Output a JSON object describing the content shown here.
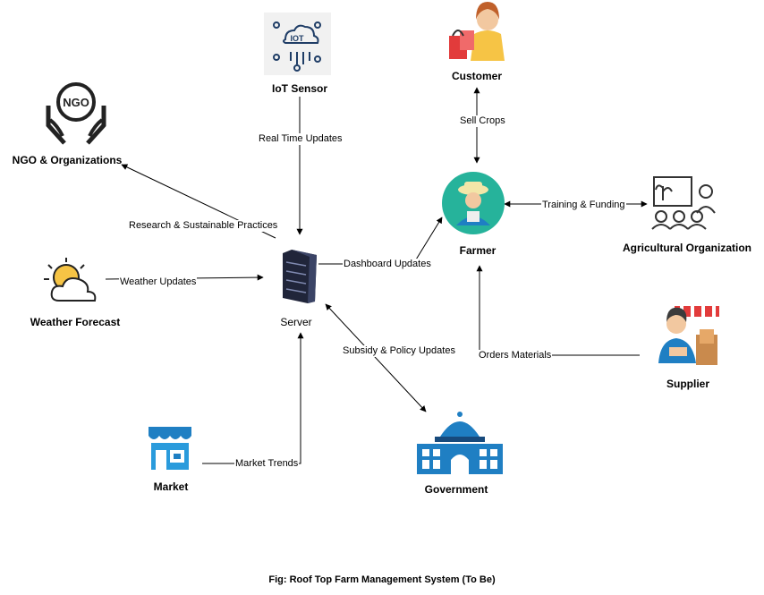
{
  "nodes": {
    "iot": "IoT Sensor",
    "customer": "Customer",
    "ngo": "NGO & Organizations",
    "farmer": "Farmer",
    "agri_org": "Agricultural Organization",
    "weather": "Weather Forecast",
    "server": "Server",
    "supplier": "Supplier",
    "market": "Market",
    "government": "Government"
  },
  "edges": {
    "real_time": "Real Time Updates",
    "sell_crops": "Sell Crops",
    "research": "Research & Sustainable Practices",
    "training": "Training & Funding",
    "weather_updates": "Weather Updates",
    "dashboard": "Dashboard Updates",
    "subsidy": "Subsidy & Policy Updates",
    "orders": "Orders Materials",
    "market_trends": "Market Trends"
  },
  "icon_text": {
    "iot": "IOT",
    "ngo": "NGO"
  },
  "caption": "Fig: Roof Top Farm Management System (To Be)",
  "colors": {
    "teal": "#26b39b",
    "blue": "#1f7fc3",
    "dark_blue": "#174a7c",
    "orange": "#f2a13a"
  }
}
